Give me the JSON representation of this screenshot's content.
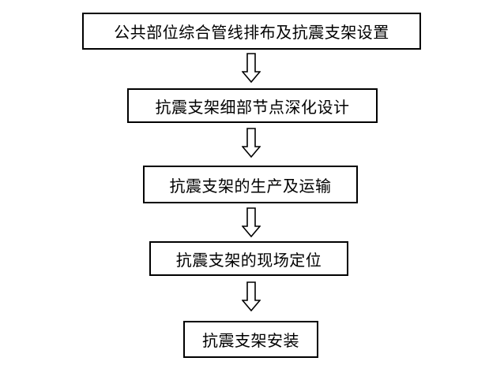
{
  "flowchart": {
    "steps": [
      {
        "label": "公共部位综合管线排布及抗震支架设置"
      },
      {
        "label": "抗震支架细部节点深化设计"
      },
      {
        "label": "抗震支架的生产及运输"
      },
      {
        "label": "抗震支架的现场定位"
      },
      {
        "label": "抗震支架安装"
      }
    ]
  },
  "colors": {
    "border": "#000000",
    "text": "#000000",
    "background": "#ffffff"
  }
}
